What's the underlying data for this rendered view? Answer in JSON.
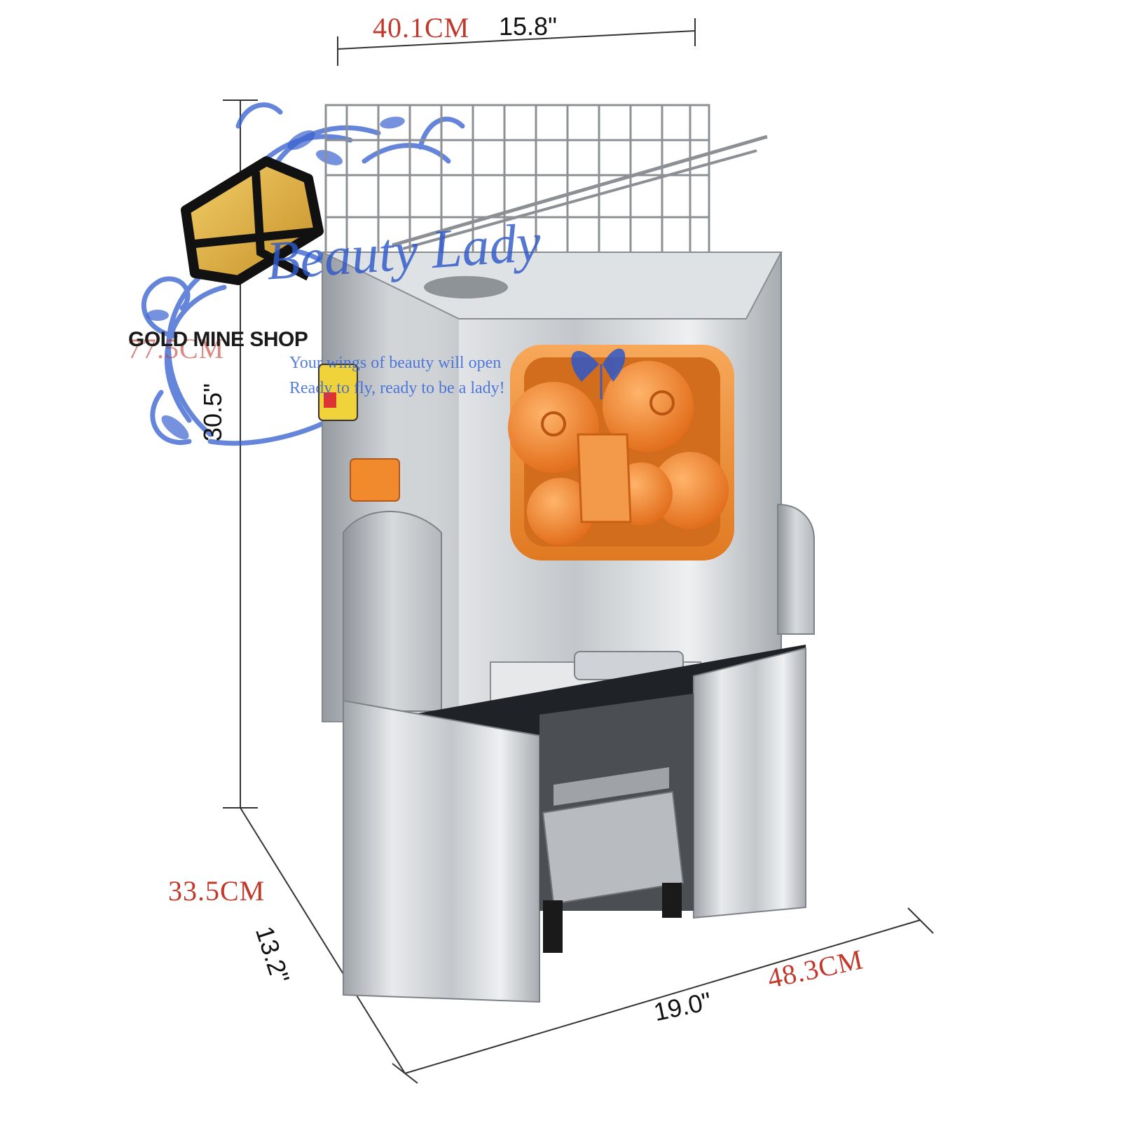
{
  "dimensions": {
    "width_cm": "40.1CM",
    "width_in": "15.8\"",
    "height_in": "30.5\"",
    "height_cm_partial": "77.5CM",
    "depth_cm": "33.5CM",
    "depth_in": "13.2\"",
    "length_cm": "48.3CM",
    "length_in": "19.0\""
  },
  "watermark": {
    "shop_name": "GOLD MINE SHOP",
    "brand_script": "Beauty Lady",
    "tagline_1": "Your wings of beauty will open",
    "tagline_2": "Ready to fly, ready to be a lady!"
  },
  "colors": {
    "dimension_cm": "#c0392b",
    "dimension_in": "#111111",
    "watermark_blue": "#2f59c8",
    "logo_gold": "#d9a63a",
    "accent_orange": "#f08a2c",
    "steel": "#c9ccd0"
  }
}
